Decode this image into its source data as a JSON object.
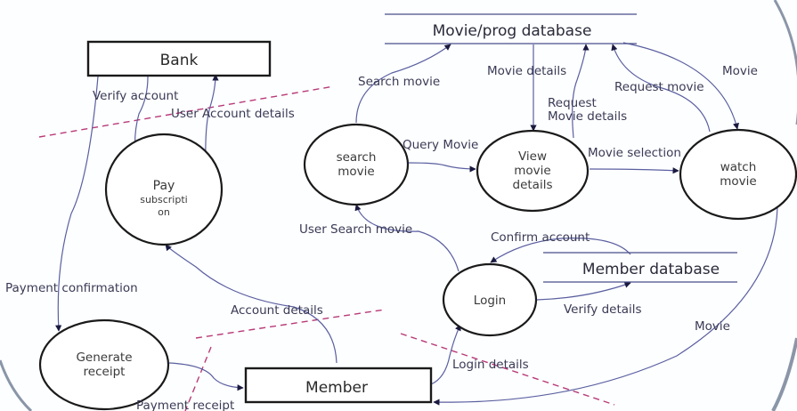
{
  "diagram": {
    "type": "data-flow-diagram",
    "colors": {
      "flow_line": "#5a5fa0",
      "boundary": "#b83a78",
      "shape_stroke": "#1a1a1a",
      "frame_arc": "#8a96a8"
    },
    "entities": {
      "bank": "Bank",
      "member": "Member"
    },
    "stores": {
      "movie_db": "Movie/prog database",
      "member_db": "Member database"
    },
    "processes": {
      "pay_subscription": [
        "Pay",
        "subscripti",
        "on"
      ],
      "generate_receipt": [
        "Generate",
        "receipt"
      ],
      "search_movie": [
        "search",
        "movie"
      ],
      "view_movie_details": [
        "View",
        "movie",
        "details"
      ],
      "watch_movie": [
        "watch",
        "movie"
      ],
      "login": [
        "Login"
      ]
    },
    "flows": {
      "verify_account": "Verify account",
      "user_account_details": "User Account details",
      "payment_confirmation": "Payment confirmation",
      "account_details": "Account details",
      "payment_receipt": "Payment receipt",
      "search_movie": "Search movie",
      "movie_details": "Movie details",
      "request_movie_details_1": "Request",
      "request_movie_details_2": "Movie details",
      "request_movie": "Request movie",
      "movie_to_watch": "Movie",
      "query_movie": "Query Movie",
      "movie_selection": "Movie selection",
      "user_search_movie": "User Search movie",
      "confirm_account": "Confirm account",
      "verify_details": "Verify details",
      "login_details": "Login details",
      "movie_to_member": "Movie"
    }
  }
}
